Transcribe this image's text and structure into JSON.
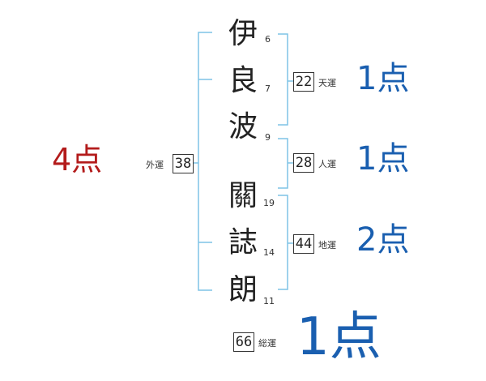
{
  "colors": {
    "bracket": "#7ec3e6",
    "score_blue": "#1a5fb0",
    "score_red": "#b31b1b"
  },
  "name": [
    {
      "char": "伊",
      "strokes": "6"
    },
    {
      "char": "良",
      "strokes": "7"
    },
    {
      "char": "波",
      "strokes": "9"
    },
    {
      "char": "關",
      "strokes": "19"
    },
    {
      "char": "誌",
      "strokes": "14"
    },
    {
      "char": "朗",
      "strokes": "11"
    }
  ],
  "fortunes": {
    "tenun": {
      "value": "22",
      "label": "天運",
      "score": "1点"
    },
    "jinun": {
      "value": "28",
      "label": "人運",
      "score": "1点"
    },
    "chiun": {
      "value": "44",
      "label": "地運",
      "score": "2点"
    },
    "gaiun": {
      "value": "38",
      "label": "外運",
      "score": "4点"
    },
    "soun": {
      "value": "66",
      "label": "総運",
      "score": "1点"
    }
  }
}
